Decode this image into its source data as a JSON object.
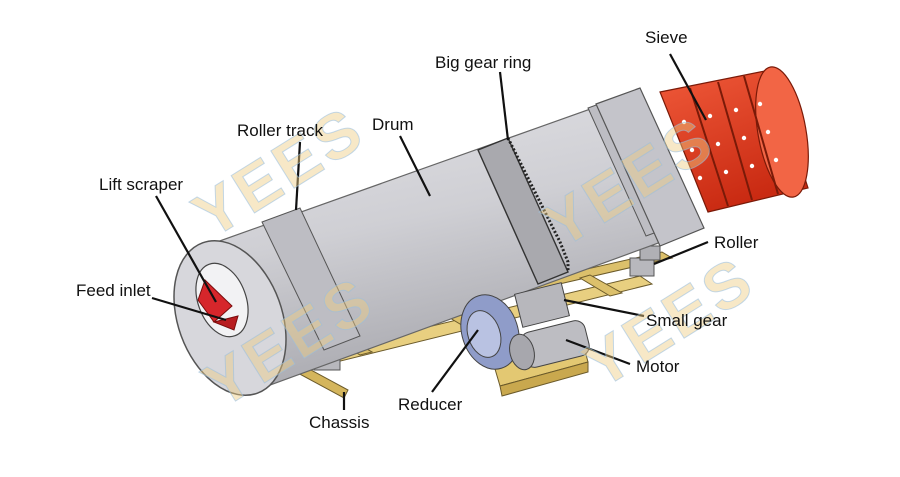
{
  "watermark": {
    "text": "YEES"
  },
  "labels": {
    "sieve": "Sieve",
    "big_gear_ring": "Big gear ring",
    "roller_track": "Roller track",
    "drum": "Drum",
    "lift_scraper": "Lift scraper",
    "feed_inlet": "Feed inlet",
    "roller": "Roller",
    "small_gear": "Small gear",
    "motor": "Motor",
    "reducer": "Reducer",
    "chassis": "Chassis"
  },
  "colors": {
    "drum": "#c9c9cf",
    "sieve": "#e8391b",
    "chassis": "#e8cf80",
    "inlet": "#d6262b",
    "gear": "#a9a9ae",
    "motor": "#bdbdc2",
    "reducer": "#8f9cc9"
  }
}
